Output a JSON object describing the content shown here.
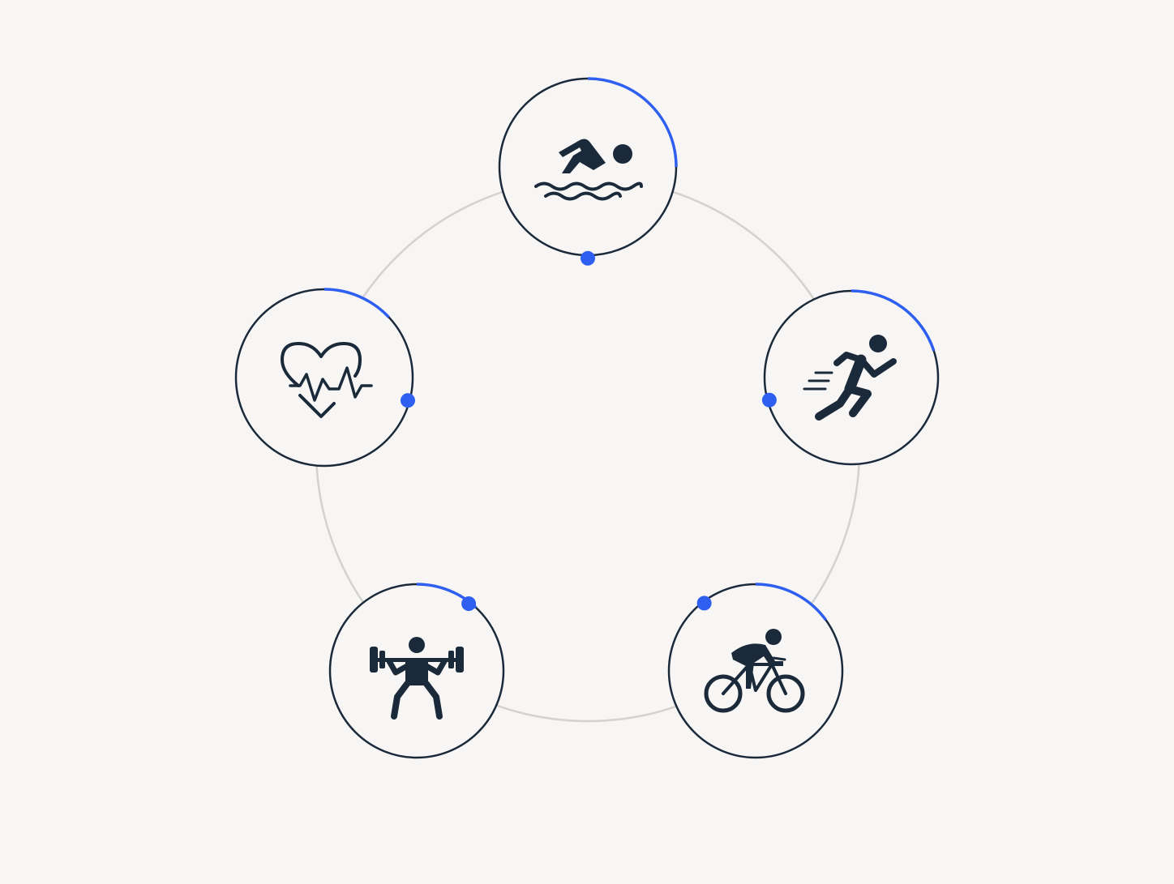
{
  "colors": {
    "background": "#f8f6f4",
    "accent": "#2f5ff0",
    "ink": "#1b2a3a",
    "track": "#d4d2cf"
  },
  "activities": [
    {
      "id": "swimming",
      "icon": "swimming-icon",
      "progress": 0.25
    },
    {
      "id": "running",
      "icon": "running-icon",
      "progress": 0.2
    },
    {
      "id": "cycling",
      "icon": "cycling-icon",
      "progress": 0.15
    },
    {
      "id": "strength",
      "icon": "weightlifting-icon",
      "progress": 0.12
    },
    {
      "id": "heart-rate",
      "icon": "heart-rate-icon",
      "progress": 0.13
    }
  ]
}
